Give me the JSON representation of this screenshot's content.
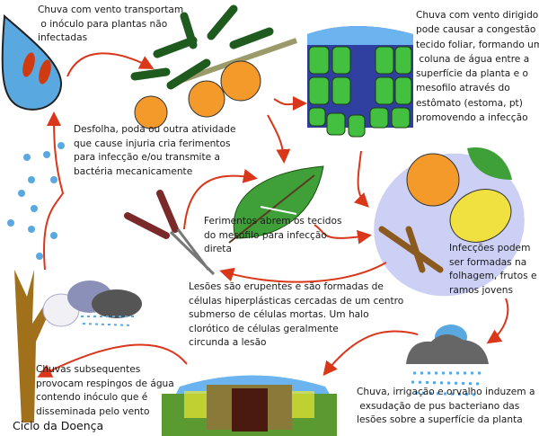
{
  "title": "Ciclo da Doença",
  "steps": {
    "wind_rain_transport": "Chuva com vento transportam\n o inóculo para plantas não\ninfectadas",
    "stomata_congestion": "Chuva com vento dirigido\npode causar a congestão do\ntecido foliar, formando uma\n coluna de água entre a\nsuperfície da planta e o\nmesofilo através do\nestômato (estoma, pt)\npromovendo a infecção",
    "injury": "Desfolha, poda ou outra atividade\nque cause injuria cria ferimentos\npara infecção e/ou transmite a\nbactéria mecanicamente",
    "wounds": "Ferimentos abrem os tecidos\ndo mesofilo para infecção\ndireta",
    "infections": "Infecções podem\nser formadas na\nfolhagem, frutos e\nramos jovens",
    "lesions": "Lesões são erupentes e são formadas de\ncélulas hiperplásticas cercadas de um centro\nsubmerso de células mortas. Um halo\nclorótico de células geralmente\ncircunda a lesão",
    "splash": "Chuvas subsequentes\nprovocam respingos de água\ncontendo inóculo que é\ndisseminada pelo vento",
    "exudation": "Chuva, irrigação e orvalho induzem a\n exsudação de pus bacteriano das\nlesões sobre a superfície da planta"
  },
  "colors": {
    "arrow": "#d9361a",
    "orange": "#f39a2b",
    "leaf": "#2e8b2e",
    "water": "#5aa8e0",
    "ellipse": "#ccd0f5"
  }
}
